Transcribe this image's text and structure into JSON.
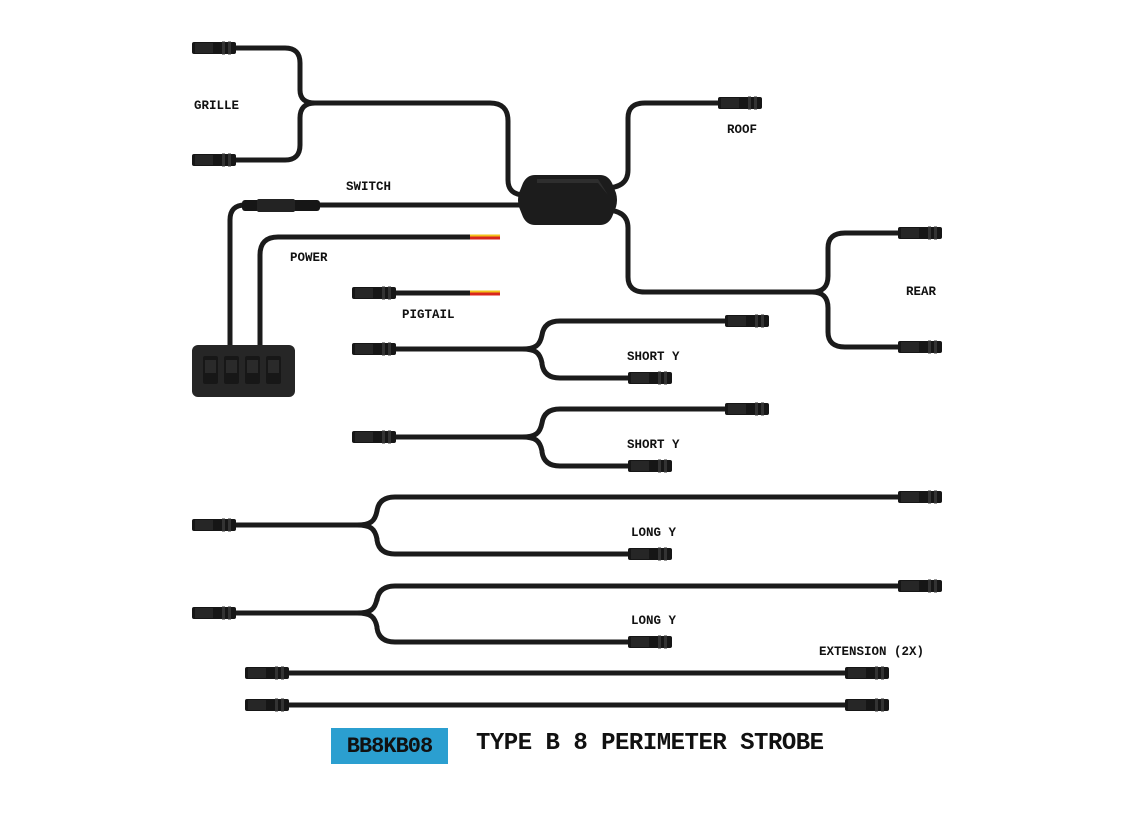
{
  "labels": {
    "grille": "GRILLE",
    "roof": "ROOF",
    "switch": "SWITCH",
    "power": "POWER",
    "pigtail": "PIGTAIL",
    "rear": "REAR",
    "short_y_1": "SHORT Y",
    "short_y_2": "SHORT Y",
    "long_y_1": "LONG Y",
    "long_y_2": "LONG Y",
    "extension": "EXTENSION (2X)"
  },
  "footer": {
    "part_number": "BB8KB08",
    "title": "TYPE B 8 PERIMETER STROBE"
  },
  "colors": {
    "badge": "#2b9fd0",
    "wire": "#1b1b1b",
    "lead_red": "#d8261c",
    "lead_yellow": "#f2c21a"
  }
}
